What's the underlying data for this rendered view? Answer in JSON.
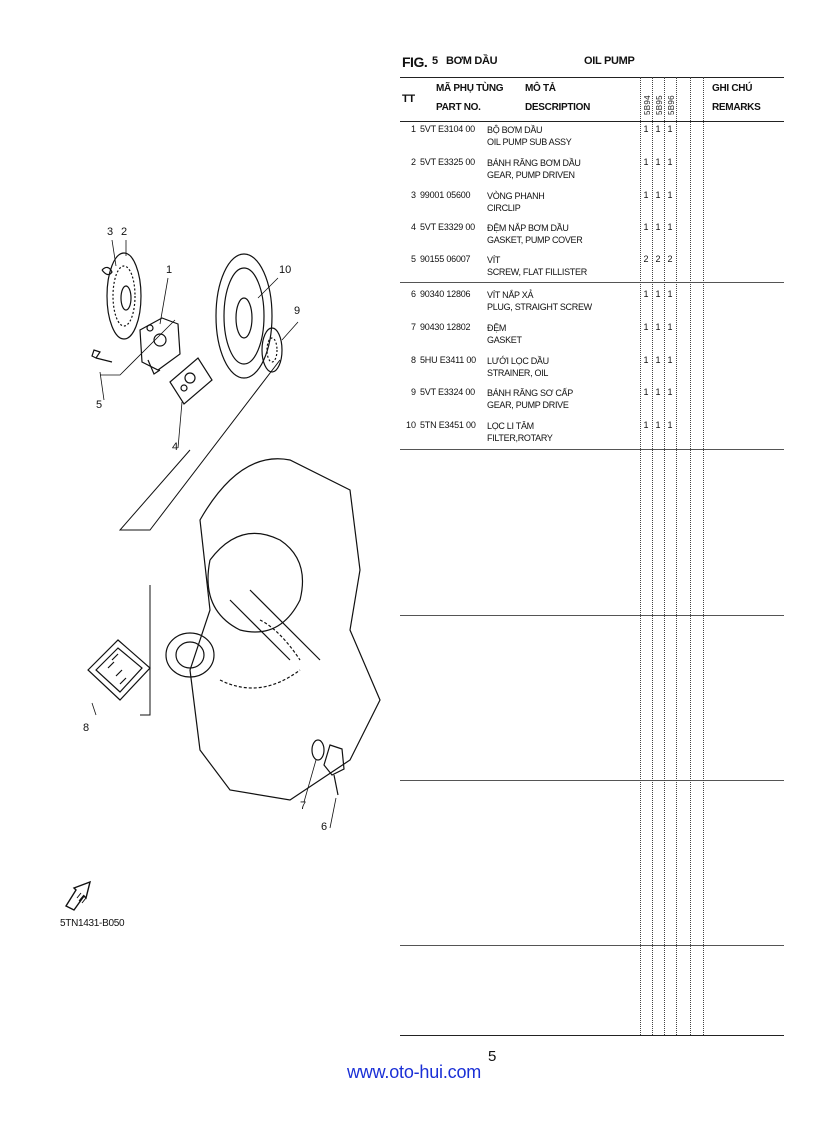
{
  "header": {
    "fig_label": "FIG.",
    "fig_number": "5",
    "title_vn": "BƠM DẦU",
    "title_en": "OIL PUMP"
  },
  "columns": {
    "tt": "TT",
    "part_vn": "MÃ PHỤ TÙNG",
    "part_en": "PART NO.",
    "desc_vn": "MÔ TẢ",
    "desc_en": "DESCRIPTION",
    "models": [
      "5B94",
      "5B95",
      "5B96"
    ],
    "remarks_vn": "GHI CHÚ",
    "remarks_en": "REMARKS"
  },
  "parts": [
    {
      "tt": "1",
      "part_no": "5VT E3104 00",
      "desc_vn": "BỘ BƠM DẦU",
      "desc_en": "OIL PUMP SUB ASSY",
      "qty": [
        "1",
        "1",
        "1"
      ]
    },
    {
      "tt": "2",
      "part_no": "5VT E3325 00",
      "desc_vn": "BÁNH RĂNG BƠM DẦU",
      "desc_en": "GEAR, PUMP DRIVEN",
      "qty": [
        "1",
        "1",
        "1"
      ]
    },
    {
      "tt": "3",
      "part_no": "99001 05600",
      "desc_vn": "VÒNG PHANH",
      "desc_en": "CIRCLIP",
      "qty": [
        "1",
        "1",
        "1"
      ]
    },
    {
      "tt": "4",
      "part_no": "5VT E3329 00",
      "desc_vn": "ĐỆM NẮP BƠM DẦU",
      "desc_en": "GASKET, PUMP COVER",
      "qty": [
        "1",
        "1",
        "1"
      ]
    },
    {
      "tt": "5",
      "part_no": "90155 06007",
      "desc_vn": "VÍT",
      "desc_en": "SCREW, FLAT FILLISTER",
      "qty": [
        "2",
        "2",
        "2"
      ]
    },
    {
      "tt": "6",
      "part_no": "90340 12806",
      "desc_vn": "VÍT NẮP XẢ",
      "desc_en": "PLUG, STRAIGHT SCREW",
      "qty": [
        "1",
        "1",
        "1"
      ]
    },
    {
      "tt": "7",
      "part_no": "90430 12802",
      "desc_vn": "ĐỆM",
      "desc_en": "GASKET",
      "qty": [
        "1",
        "1",
        "1"
      ]
    },
    {
      "tt": "8",
      "part_no": "5HU E3411 00",
      "desc_vn": "LƯỚI LỌC DẦU",
      "desc_en": "STRAINER, OIL",
      "qty": [
        "1",
        "1",
        "1"
      ]
    },
    {
      "tt": "9",
      "part_no": "5VT E3324 00",
      "desc_vn": "BÁNH RĂNG SƠ CẤP",
      "desc_en": "GEAR, PUMP DRIVE",
      "qty": [
        "1",
        "1",
        "1"
      ]
    },
    {
      "tt": "10",
      "part_no": "5TN E3451 00",
      "desc_vn": "LỌC LI TÂM",
      "desc_en": "FILTER,ROTARY",
      "qty": [
        "1",
        "1",
        "1"
      ]
    }
  ],
  "diagram": {
    "callouts": [
      "3",
      "2",
      "1",
      "10",
      "9",
      "5",
      "4",
      "8",
      "7",
      "6"
    ],
    "code": "5TN1431-B050",
    "fwd_icon": "fwd-arrow-icon"
  },
  "footer": {
    "page_number": "5",
    "website": "www.oto-hui.com",
    "website_color": "#1a2fd6"
  }
}
